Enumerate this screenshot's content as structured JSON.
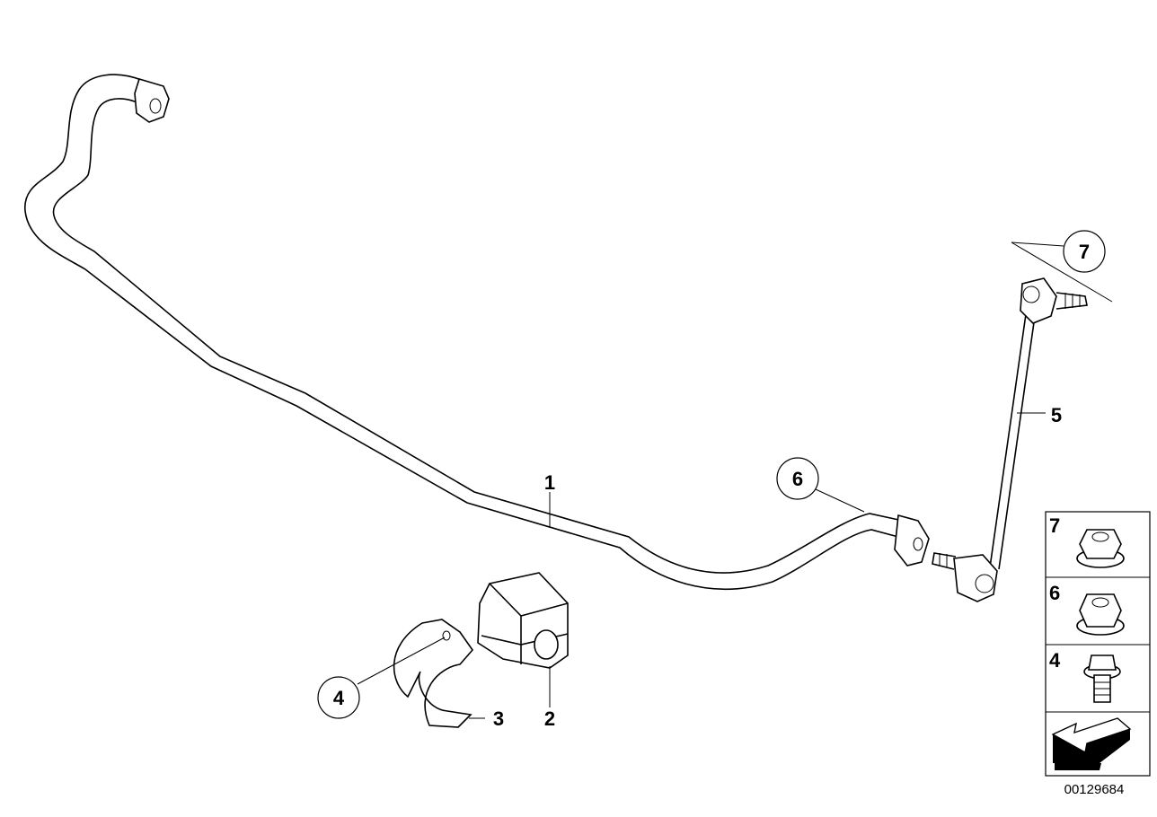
{
  "callouts": {
    "c1": "1",
    "c2": "2",
    "c3": "3",
    "c4": "4",
    "c5": "5",
    "c6": "6",
    "c7": "7"
  },
  "legend": {
    "items": [
      {
        "number": "7",
        "icon": "flange-nut-icon"
      },
      {
        "number": "6",
        "icon": "hex-nut-icon"
      },
      {
        "number": "4",
        "icon": "torx-bolt-icon"
      }
    ],
    "direction_icon": "direction-arrow-icon"
  },
  "diagram_code": "00129684"
}
